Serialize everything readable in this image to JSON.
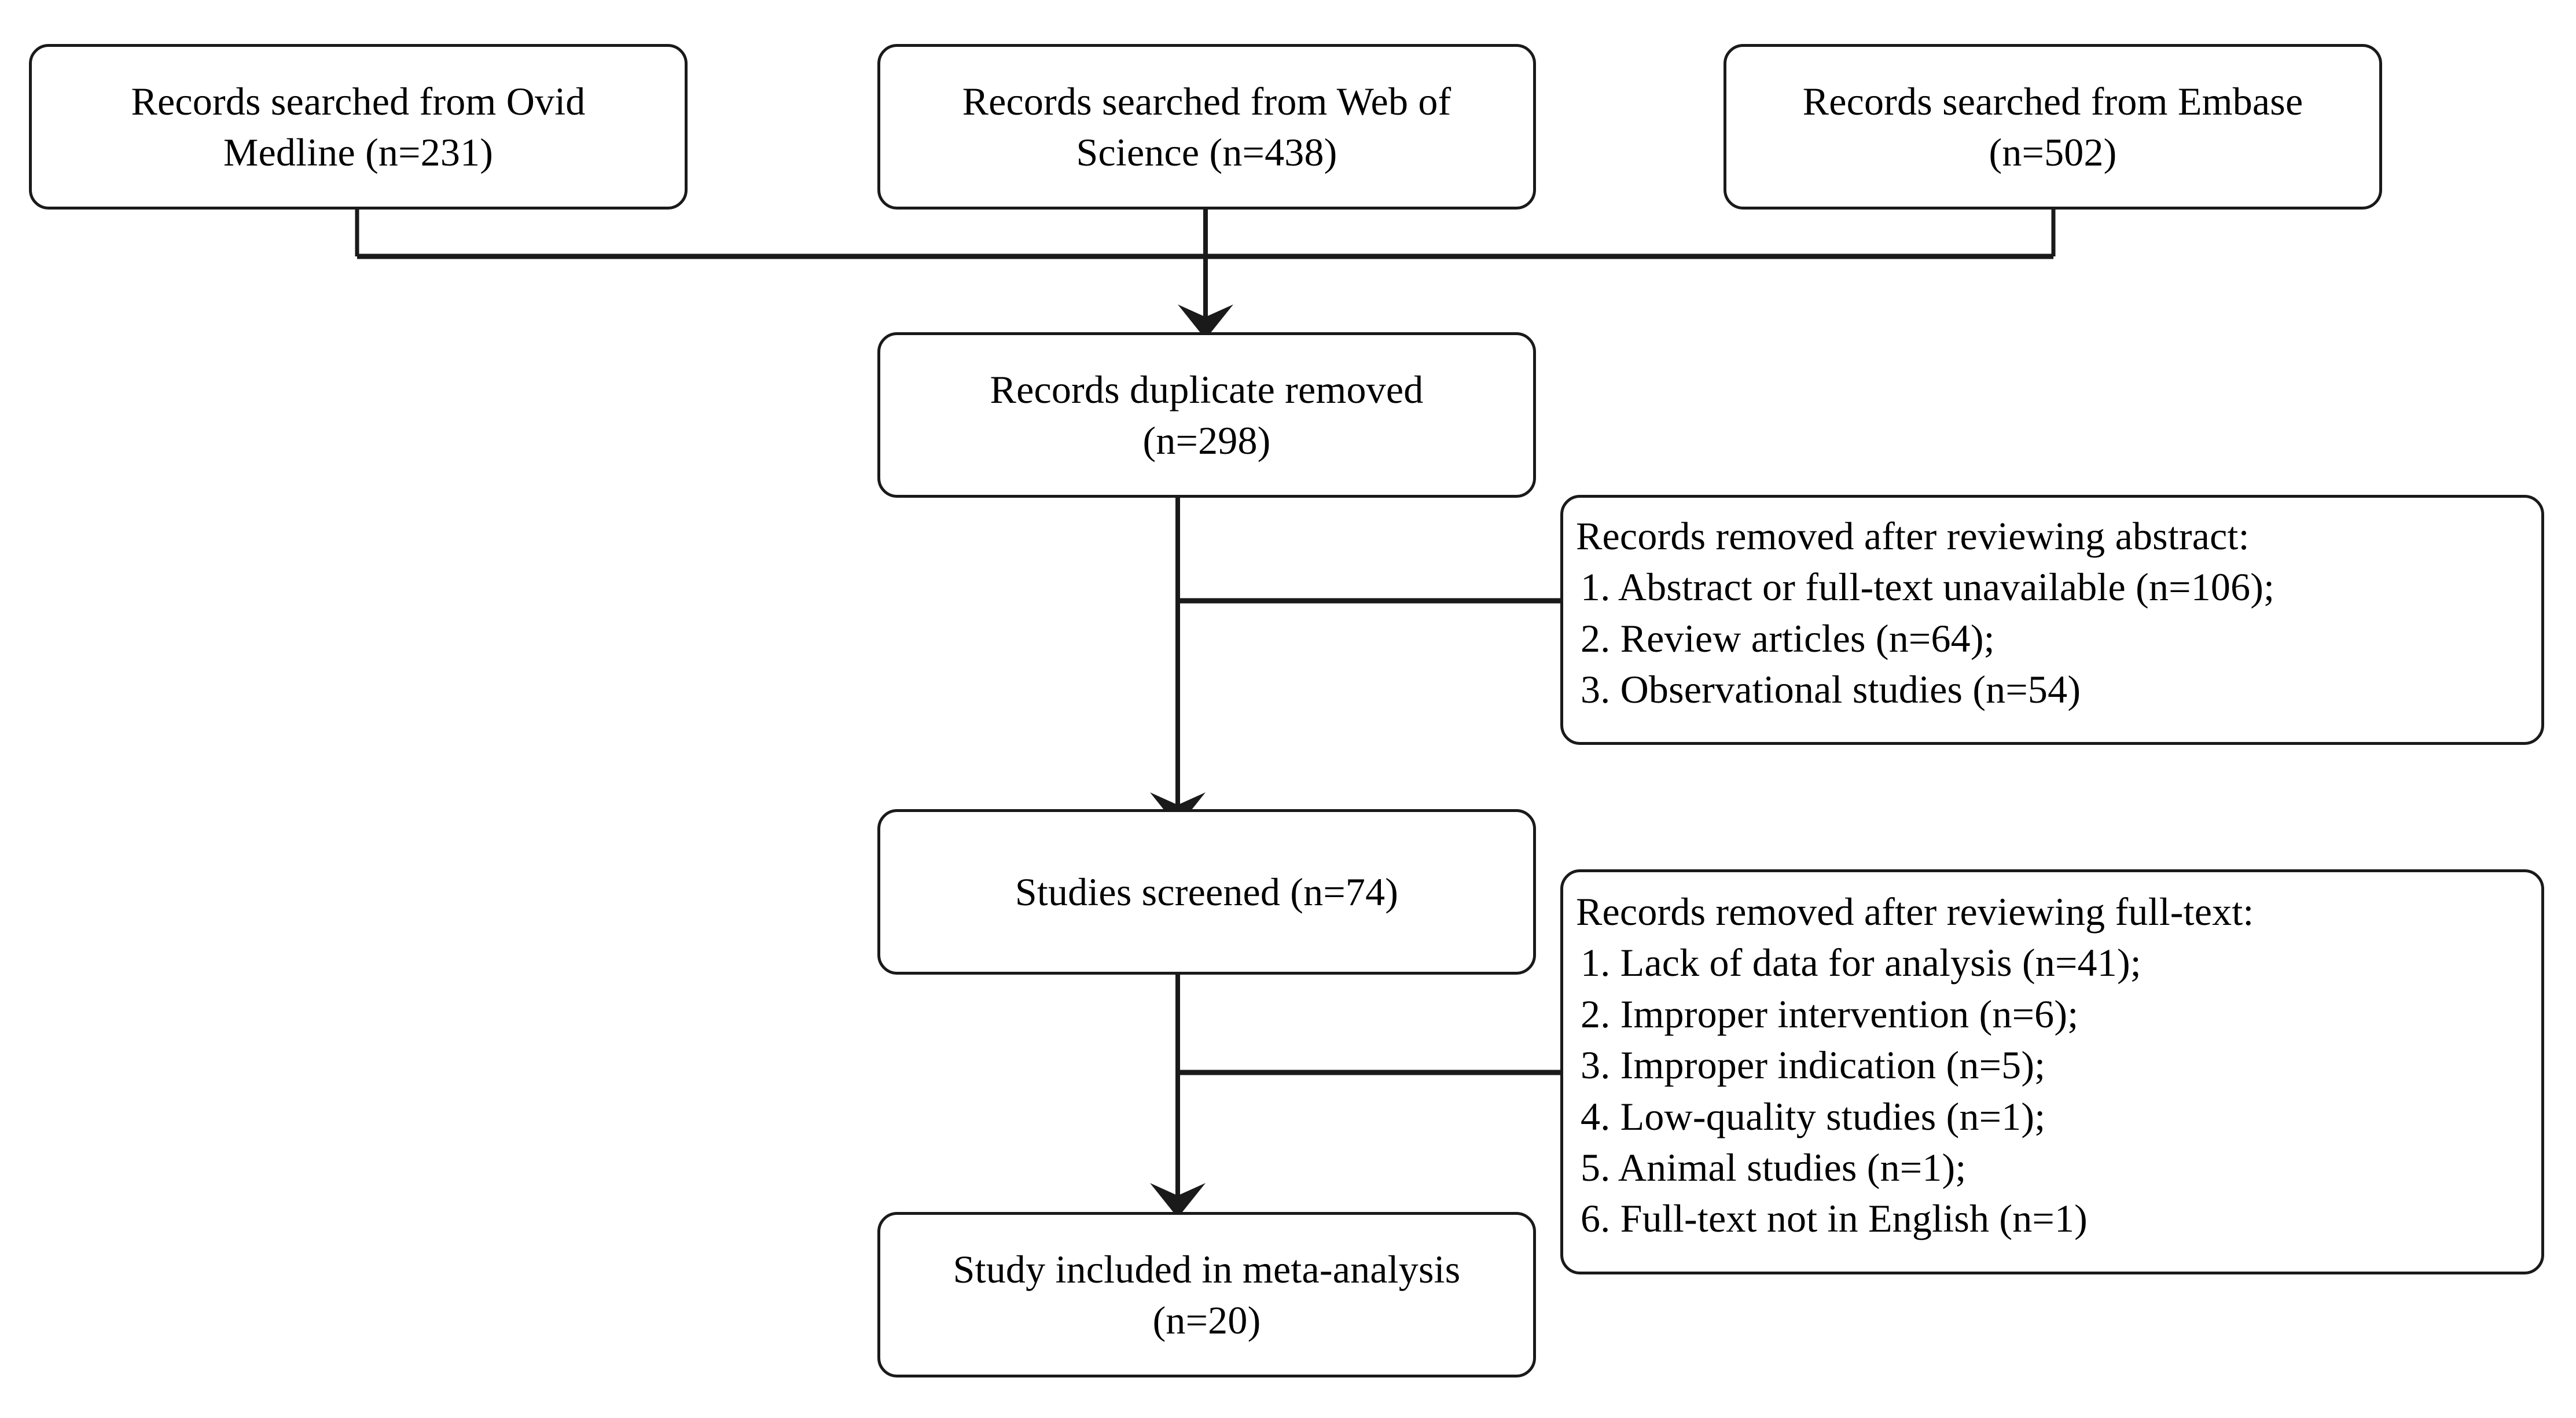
{
  "diagram": {
    "type": "prisma-flow-diagram",
    "background_color": "#ffffff",
    "line_color": "#1a1a1a",
    "text_color": "#000000",
    "sources": [
      {
        "id": "ovid-medline",
        "line1": "Records searched from Ovid",
        "line2": "Medline (n=231)",
        "count": 231
      },
      {
        "id": "web-of-science",
        "line1": "Records searched from Web of",
        "line2": "Science (n=438)",
        "count": 438
      },
      {
        "id": "embase",
        "line1": "Records searched from Embase",
        "line2": "(n=502)",
        "count": 502
      }
    ],
    "stages": [
      {
        "id": "duplicates-removed",
        "line1": "Records duplicate removed",
        "line2": "(n=298)",
        "count": 298
      },
      {
        "id": "studies-screened",
        "line1": "Studies screened (n=74)",
        "line2": "",
        "count": 74
      },
      {
        "id": "included-meta-analysis",
        "line1": "Study included in meta-analysis",
        "line2": "(n=20)",
        "count": 20
      }
    ],
    "exclusions": [
      {
        "id": "removed-after-abstract",
        "heading": "Records removed after reviewing abstract:",
        "items": [
          "1. Abstract or full-text unavailable (n=106);",
          "2. Review articles  (n=64);",
          "3. Observational studies (n=54)"
        ]
      },
      {
        "id": "removed-after-fulltext",
        "heading": "Records removed after reviewing full-text:",
        "items": [
          "1. Lack of data for analysis (n=41);",
          "2. Improper intervention (n=6);",
          "3. Improper indication (n=5);",
          "4. Low-quality studies (n=1);",
          "5. Animal studies (n=1);",
          "6. Full-text not in English (n=1)"
        ]
      }
    ]
  }
}
